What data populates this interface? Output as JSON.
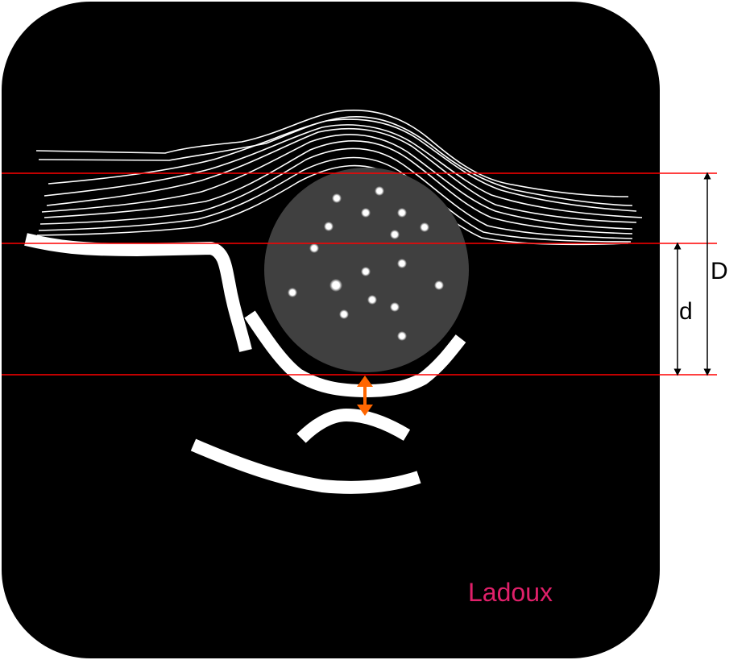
{
  "diagram": {
    "labels": {
      "D": "D",
      "d": "d",
      "author": "Ladoux"
    },
    "colors": {
      "background_panel": "#000000",
      "page": "#ffffff",
      "guide_lines": "#ff0000",
      "strokes": "#ffffff",
      "disc": "#404040",
      "dots": "#ffffff",
      "gap_arrow": "#ff6600",
      "author_text": "#e0206a"
    },
    "disc_dot_count": 17,
    "fiber_line_count": 10,
    "guide_line_count": 3
  }
}
